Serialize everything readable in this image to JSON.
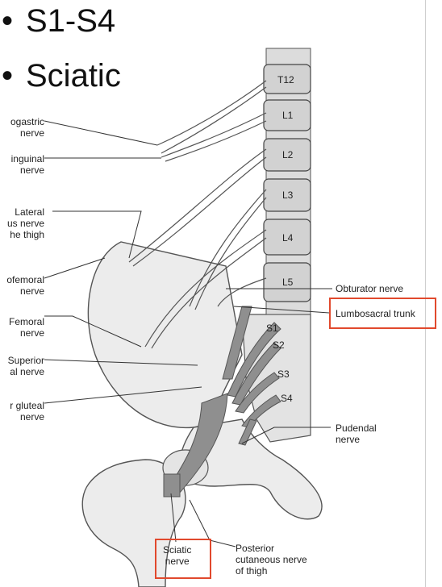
{
  "slide": {
    "bullets": [
      "S1-S4",
      "Sciatic"
    ]
  },
  "diagram": {
    "vertebrae": [
      "T12",
      "L1",
      "L2",
      "L3",
      "L4",
      "L5"
    ],
    "sacral": [
      "S1",
      "S2",
      "S3",
      "S4"
    ],
    "left_labels": {
      "iliohypogastric": "ogastric\nnerve",
      "ilioinguinal": "inguinal\nnerve",
      "lateral_cutaneous": "Lateral\nus nerve\nhe thigh",
      "genitofemoral": "ofemoral\nnerve",
      "femoral": "Femoral\nnerve",
      "superior_gluteal": "Superior\nal nerve",
      "inferior_gluteal": "r gluteal\nnerve"
    },
    "right_labels": {
      "obturator": "Obturator nerve",
      "lumbosacral": "Lumbosacral trunk",
      "pudendal": "Pudendal\nnerve",
      "sciatic": "Sciatic\nnerve",
      "posterior_cutaneous": "Posterior\ncutaneous nerve\nof thigh"
    },
    "highlight_color": "#e1492d"
  }
}
